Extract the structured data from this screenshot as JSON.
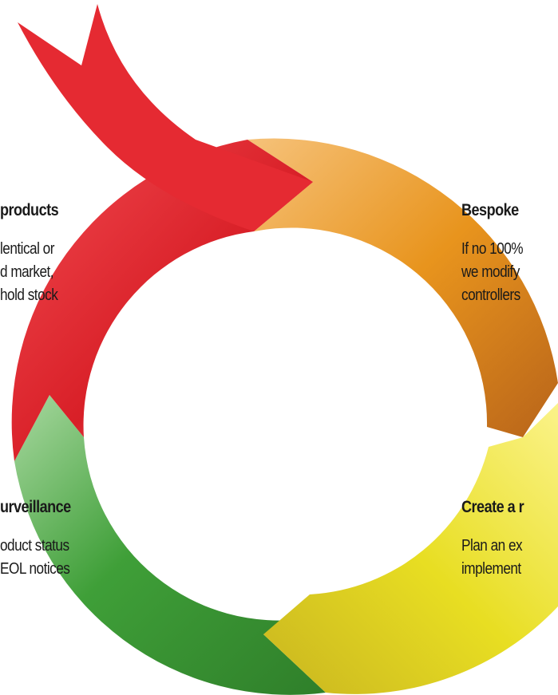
{
  "diagram": {
    "type": "cycle",
    "segment_colors": {
      "red": "#e0262e",
      "orange": "#e8951f",
      "yellow": "#e8e024",
      "green": "#46a83e"
    },
    "blocks": [
      {
        "position": "left-top",
        "heading": "products",
        "lines": [
          "lentical or",
          "d market,",
          "hold stock"
        ]
      },
      {
        "position": "right-top",
        "heading": "Bespoke",
        "lines": [
          "If no 100%",
          "we modify",
          "controllers"
        ]
      },
      {
        "position": "left-bottom",
        "heading": "urveillance",
        "lines": [
          "oduct status",
          "EOL notices"
        ]
      },
      {
        "position": "right-bottom",
        "heading": "Create a r",
        "lines": [
          "Plan an ex",
          "implement"
        ]
      }
    ]
  }
}
